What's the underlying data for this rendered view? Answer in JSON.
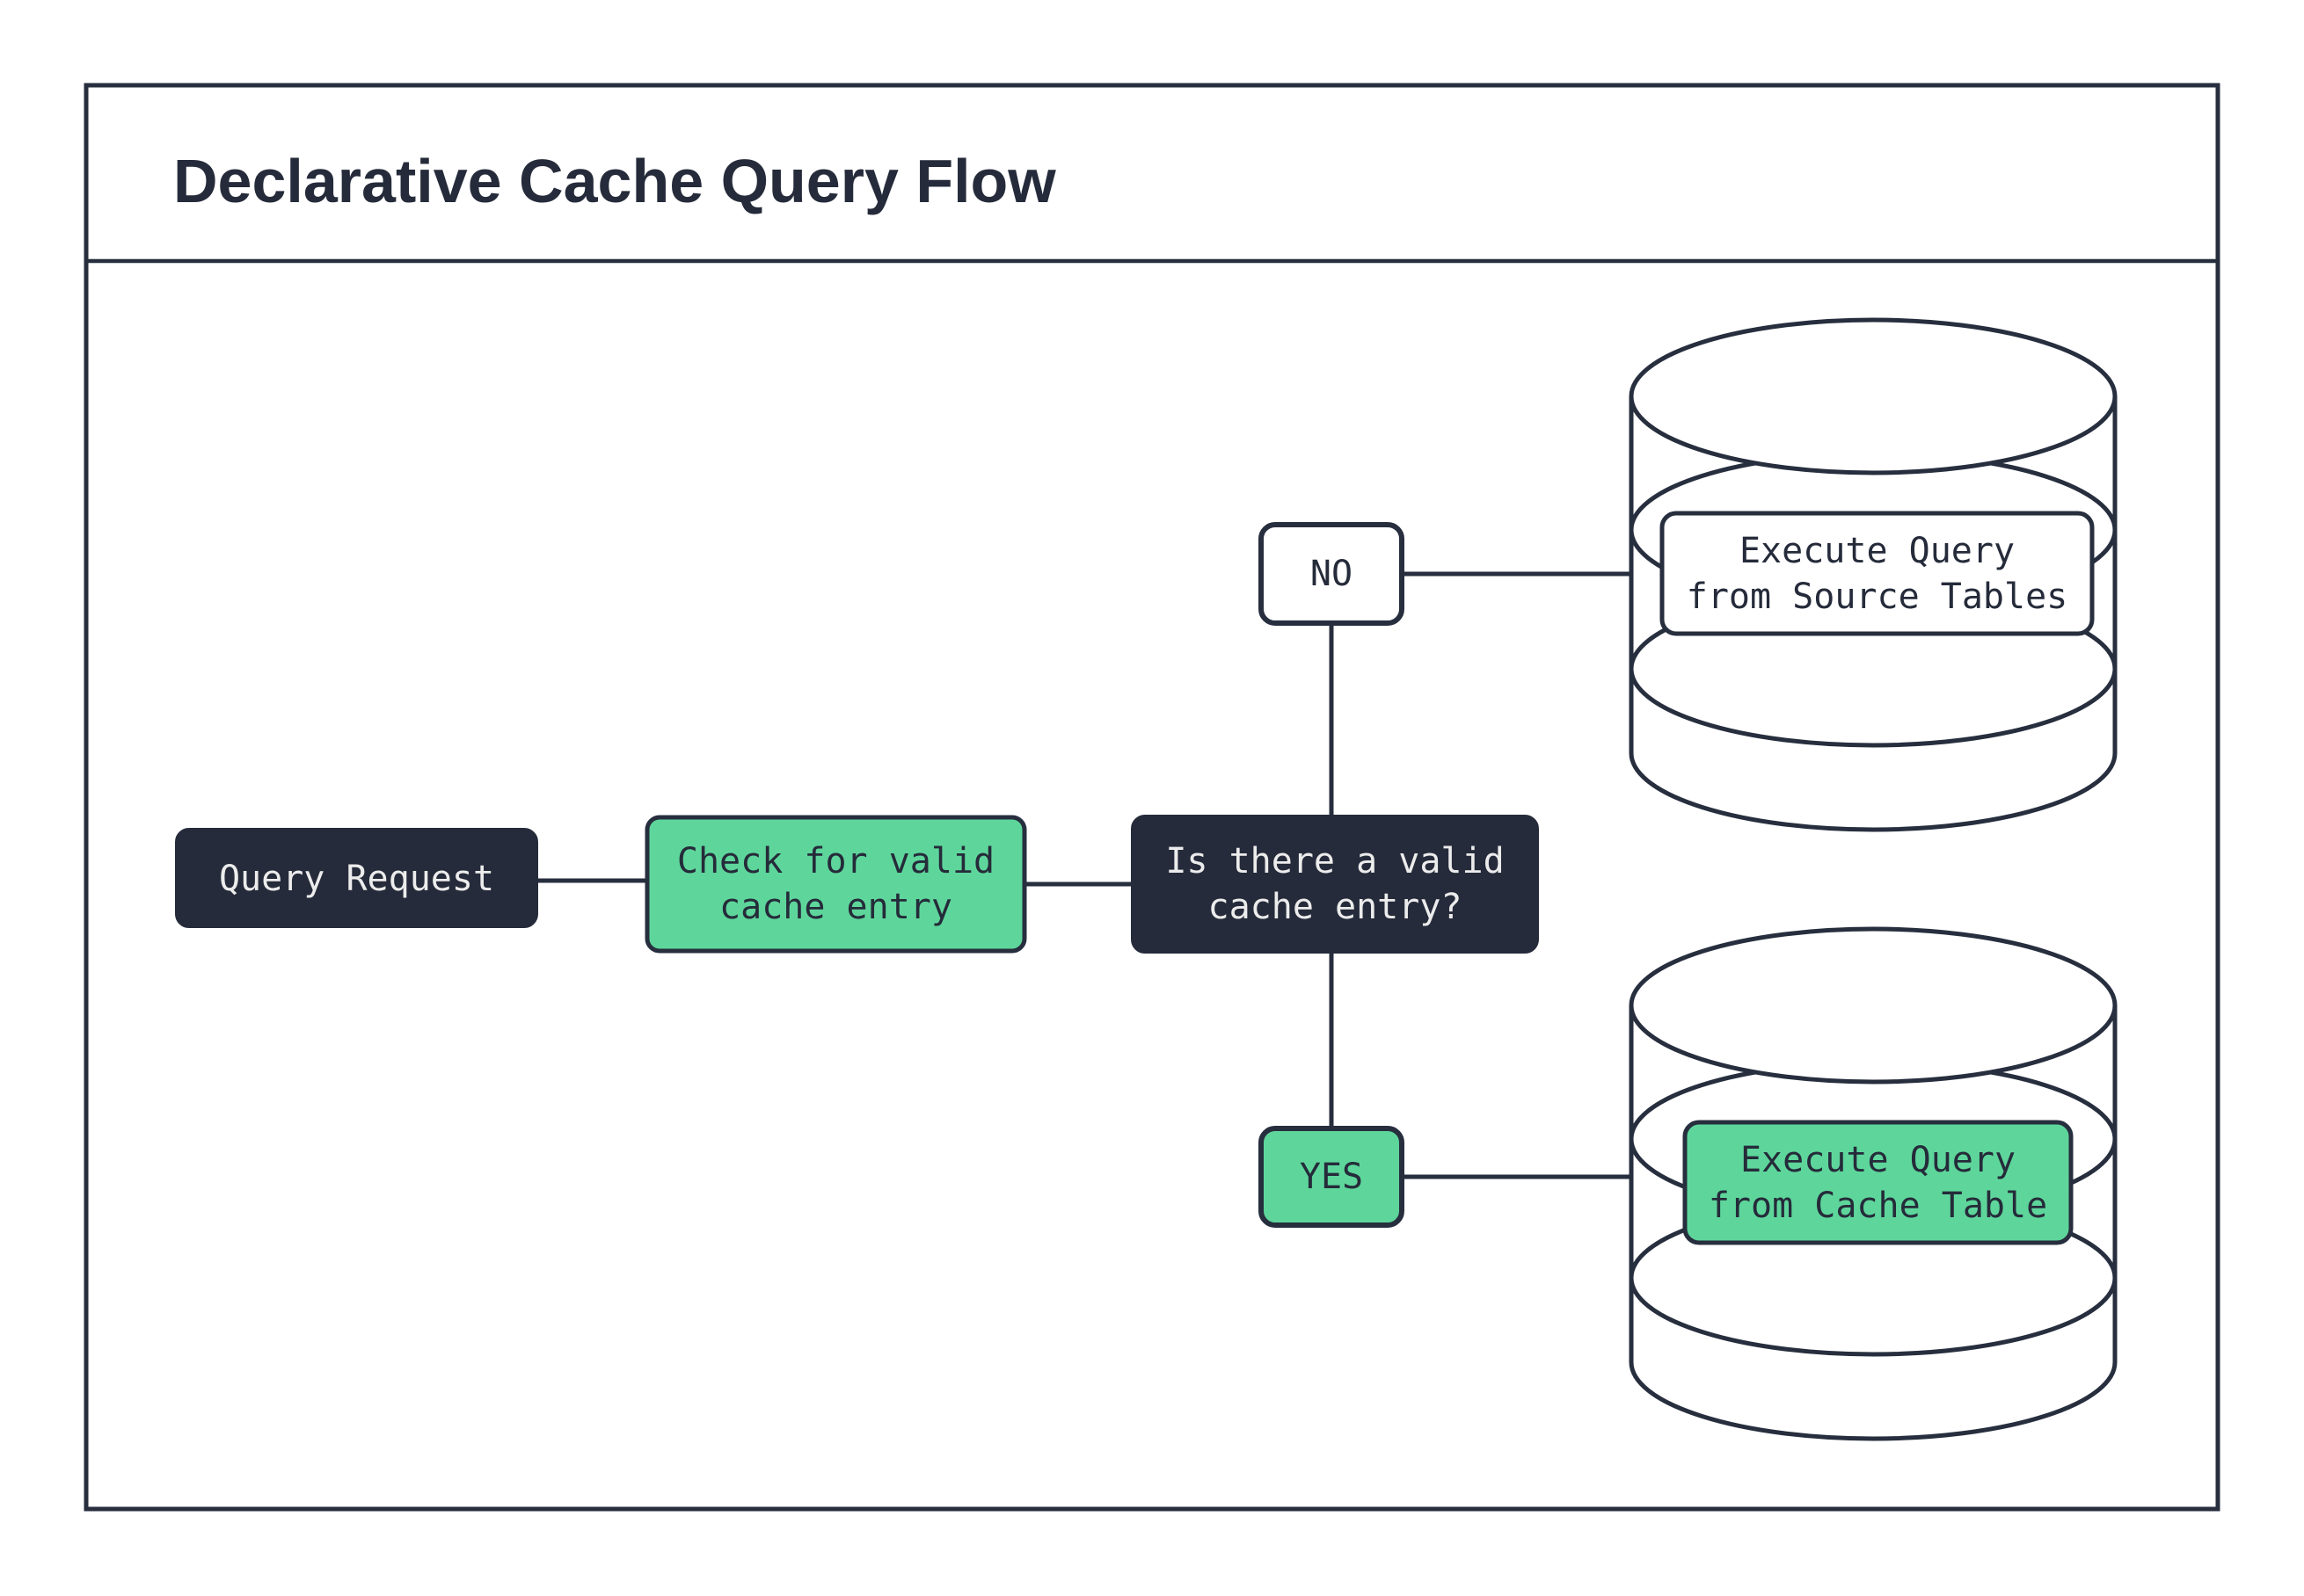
{
  "title": "Declarative Cache Query Flow",
  "colors": {
    "ink": "#272e3e",
    "dark_fill": "#252b3a",
    "green": "#5ed69b",
    "paper": "#ffffff",
    "light_text": "#ececec"
  },
  "nodes": {
    "query_request": {
      "label": "Query Request"
    },
    "check_cache": {
      "line1": "Check for valid",
      "line2": "cache entry"
    },
    "decision": {
      "line1": "Is there a valid",
      "line2": "cache entry?"
    },
    "no": {
      "label": "NO"
    },
    "yes": {
      "label": "YES"
    },
    "source_db": {
      "line1": "Execute Query",
      "line2": "from Source Tables"
    },
    "cache_db": {
      "line1": "Execute Query",
      "line2": "from Cache Table"
    }
  }
}
